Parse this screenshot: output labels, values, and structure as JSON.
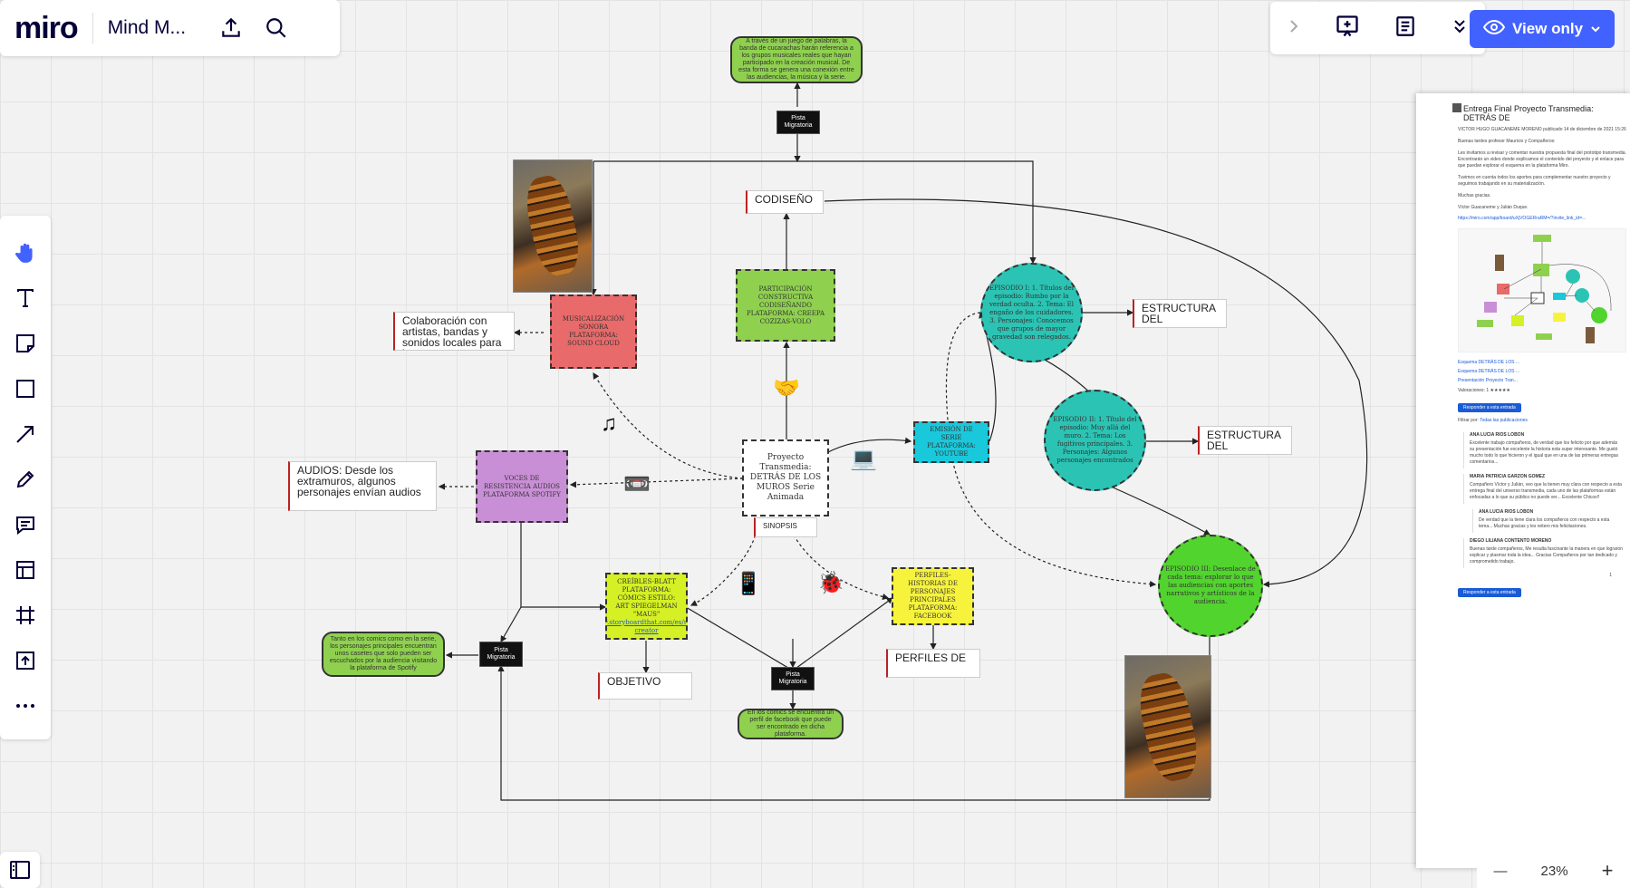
{
  "app": {
    "logo": "miro",
    "board_title": "Mind M...",
    "view_only_label": "View only",
    "zoom_level": "23%",
    "zoom_minus": "—",
    "zoom_plus": "+"
  },
  "toolbar_left": [
    {
      "name": "hand-tool-icon",
      "active": true
    },
    {
      "name": "text-tool-icon"
    },
    {
      "name": "sticky-note-icon"
    },
    {
      "name": "shape-tool-icon"
    },
    {
      "name": "connection-line-icon"
    },
    {
      "name": "pen-tool-icon"
    },
    {
      "name": "comment-tool-icon"
    },
    {
      "name": "frame-template-icon"
    },
    {
      "name": "frame-tool-icon"
    },
    {
      "name": "upload-icon"
    },
    {
      "name": "more-tools-icon"
    }
  ],
  "colors": {
    "accent": "#4262ff",
    "green": "#8fd14f",
    "red_node": "#e86a6a",
    "purple_node": "#c98fd6",
    "teal": "#2bc4b4",
    "cyan": "#1ac8db",
    "yellow": "#f7f33d",
    "lime": "#d5f024"
  },
  "mindmap": {
    "top_note": "A través de un juego de palabras, la banda de cucarachas harán referencia a los grupos musicales reales que hayan participado en la creación musical. De esta forma se genera una conexión entre las audiencias, la música y la serie.",
    "pista_top": "Pista\nMigratoria",
    "codiseno": "CODISEÑO",
    "participacion": "PARTICIPACIÓN CONSTRUCTIVA CODISEÑANDO PLATAFORMA: CREEPA COZIZAS-VOLO",
    "musica": "MUSICALIZACIÓN SONORA PLATAFORMA: SOUND CLOUD",
    "colaboracion": "Colaboración con artistas, bandas y sonidos locales para la",
    "audios_node": "VOCES DE RESISTENCIA AUDIOS PLATAFORMA SPOTIFY",
    "audios_label": "AUDIOS: Desde los extramuros, algunos personajes envían audios",
    "center": "Proyecto Transmedia: DETRÁS DE LOS MUROS Serie Animada",
    "sinopsis": "SINOPSIS",
    "comics": "CREÍBLES-BLATT PLATAFORMA: CÓMICS ESTILO: ART SPIEGELMAN \"MAUS\"",
    "comics_link": "http://www.storyboardthat.com/es/storyboard-creator",
    "objetivo": "OBJETIVO",
    "perfiles": "PERFILES-HISTORIAS DE PERSONAJES PRINCIPALES PLATAFORMA: FACEBOOK",
    "perfiles_label": "PERFILES DE",
    "pista_bottom": "Pista\nMigratoria",
    "bottom_note": "En los comics se encuentra un perfil de facebook que puede ser encontrado en dicha plataforma.",
    "pista_left": "Pista\nMigratoria",
    "left_note": "Tanto en los comics como en la serie, los personajes principales encuentran unos casetes que solo pueden ser escuchados por la audiencia visitando la plataforma de Spotify",
    "youtube": "EMISIÓN DE SERIE PLATAFORMA: YOUTUBE",
    "ep1": "EPISODIO I: 1. Títulos del episodio: Rumbo por la verdad oculta. 2. Tema: El engaño de los cuidadores. 3. Personajes: Conocemos que grupos de mayor gravedad son relegados.",
    "ep2": "EPISODIO II: 1. Título del episodio: Muy allá del muro. 2. Tema: Los fugitivos principales. 3. Personajes: Algunos personajes encontrados",
    "ep3": "EPISODIO III: Desenlace de cada tema: explorar lo que las audiencias con aportes narrativos y artísticos de la audiencia.",
    "estructura1": "ESTRUCTURA DEL",
    "estructura2": "ESTRUCTURA DEL"
  },
  "document": {
    "title": "Entrega Final Proyecto Transmedia: DETRÁS DE",
    "byline": "VICTOR HUGO GUACANEME MORENO publicado 14 de diciembre de 2021 15:26",
    "greeting": "Buenas tardes profesor Mauricio y Compañeros:",
    "p1": "Les invitamos a revisar y comentar nuestra propuesta final del prototipo transmedia. Encontrarán un video donde explicamos el contenido del proyecto y el enlace para que puedan explorar el esquema en la plataforma Miro.",
    "p2": "Tuvimos en cuenta todos los aportes para complementar nuestro proyecto y seguimos trabajando en su materialización.",
    "thanks": "Muchas gracias.",
    "authors": "Víctor Guacaneme y Julián Duque.",
    "link": "https://miro.com/app/board/uXjVOGERraRM=/?invite_link_id=...",
    "attachments": [
      "Esquema DETRÁS DE LOS ...",
      "Esquema DETRÁS DE LOS ...",
      "Presentación Proyecto Tran..."
    ],
    "ratings": "Valoraciones: 1 ★★★★★",
    "reply_button": "Responder a esta entrada",
    "filter_label": "Filtrar por:",
    "filter_value": "Todas las publicaciones",
    "comments": [
      {
        "author": "ANA LUCIA RIOS LOBON",
        "text": "Excelente trabajo compañeros, de verdad que los felicito por que además su presentación fue excelente la historia esta super interesante. Me gustó mucho todo lo que hicieron y el igual que en una de las primeras entregas comentarios..."
      },
      {
        "author": "MARIA PATRICIA GARZON GOMEZ",
        "text": "Compañero Víctor y Julián, veo que la tienen muy clara con respecto a esta entrega final del universo transmedia, cada uno de las plataformas están enfocadas a lo que su público no puede ver... Excelente Chicos!!"
      },
      {
        "author": "ANA LUCIA RIOS LOBON",
        "text": "De verdad que la tiene clara los compañeros con respecto a esta tema... Muchas gracias y les reitero mis felicitaciones."
      },
      {
        "author": "DIEGO LILIANA CONTENTO MORENO",
        "text": "Buenas tarde compañeros, Me resulta fascinante la manera en que lograron explicar y plasmar toda la idea... Gracias Compañeros por tan dedicado y comprometido trabajo."
      }
    ],
    "pagination": "1"
  }
}
